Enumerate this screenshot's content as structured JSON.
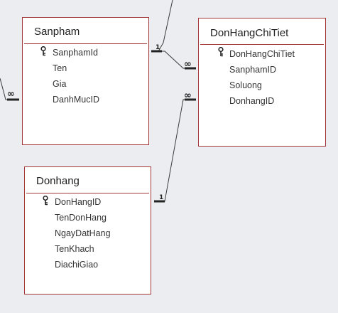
{
  "tables": [
    {
      "id": "sanpham",
      "title": "Sanpham",
      "fields": [
        {
          "name": "SanphamId",
          "is_key": true
        },
        {
          "name": "Ten",
          "is_key": false
        },
        {
          "name": "Gia",
          "is_key": false
        },
        {
          "name": "DanhMucID",
          "is_key": false
        }
      ]
    },
    {
      "id": "donhangchitiet",
      "title": "DonHangChiTiet",
      "fields": [
        {
          "name": "DonHangChiTiet",
          "is_key": true
        },
        {
          "name": "SanphamID",
          "is_key": false
        },
        {
          "name": "Soluong",
          "is_key": false
        },
        {
          "name": "DonhangID",
          "is_key": false
        }
      ]
    },
    {
      "id": "donhang",
      "title": "Donhang",
      "fields": [
        {
          "name": "DonHangID",
          "is_key": true
        },
        {
          "name": "TenDonHang",
          "is_key": false
        },
        {
          "name": "NgayDatHang",
          "is_key": false
        },
        {
          "name": "TenKhach",
          "is_key": false
        },
        {
          "name": "DiachiGiao",
          "is_key": false
        }
      ]
    }
  ],
  "relationships": {
    "one_label": "1",
    "many_label": "∞"
  },
  "colors": {
    "table_border": "#a4373a",
    "background": "#ebedf0",
    "line": "#3a3a3a"
  }
}
